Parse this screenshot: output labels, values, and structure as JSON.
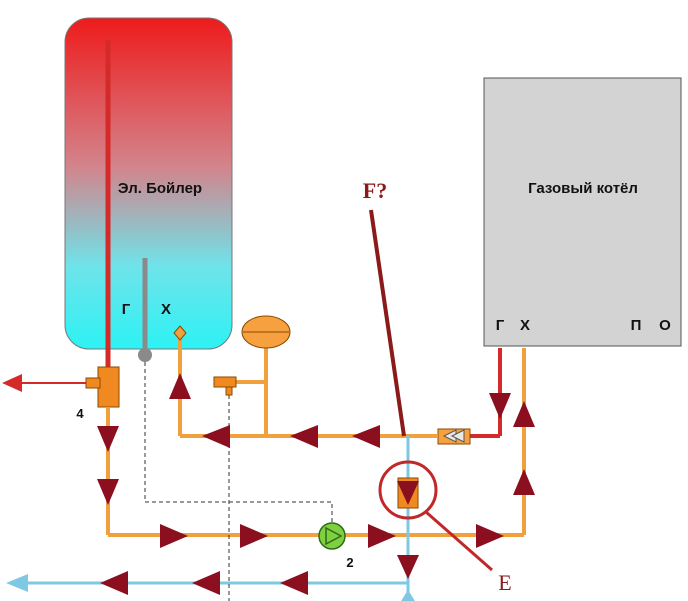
{
  "boiler": {
    "title": "Эл. Бойлер",
    "port_hot": "Г",
    "port_cold": "Х"
  },
  "gas_boiler": {
    "title": "Газовый котёл",
    "port_hot": "Г",
    "port_cold": "Х",
    "port_supply": "П",
    "port_return": "О"
  },
  "labels": {
    "valve_number": "4",
    "pump_number": "2",
    "annotation_f": "F?",
    "annotation_e": "E"
  },
  "colors": {
    "hot": "#d42a2a",
    "warm": "#f0a03c",
    "cold": "#7ec8e3",
    "arrow": "#8b0f1e",
    "annotation": "#8b1a1a",
    "gas_boiler_fill": "#d3d3d3"
  }
}
